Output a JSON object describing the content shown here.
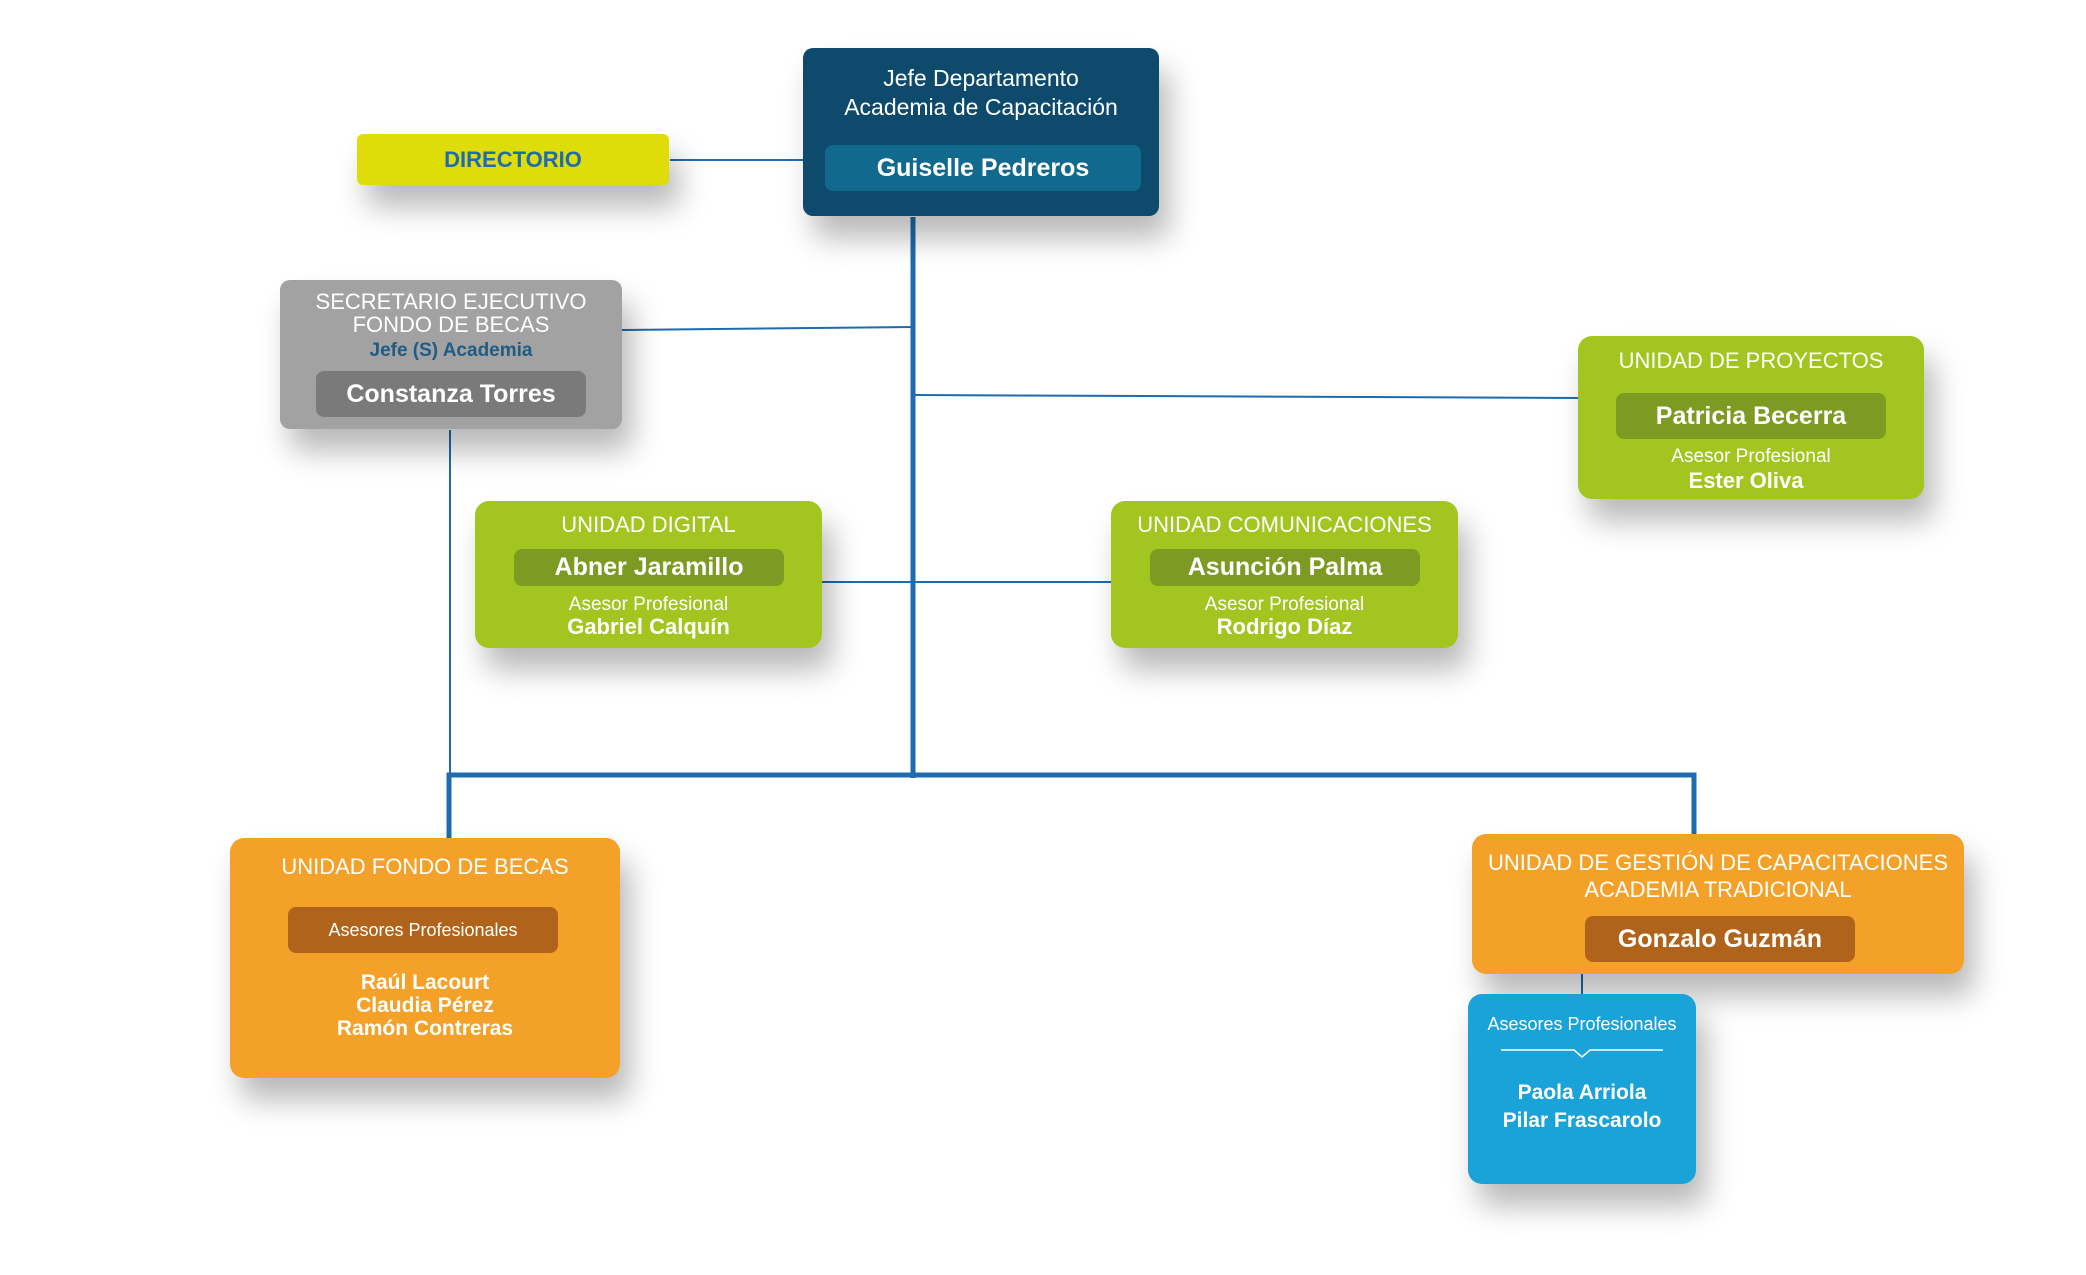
{
  "colors": {
    "connector": "#1e6bb0",
    "navy": "#0e4a6b",
    "gray": "#a2a2a2",
    "green": "#a3c51f",
    "orange": "#f3a128",
    "blue": "#1aa3d8",
    "yellow": "#dedd0a"
  },
  "directorio": {
    "label": "DIRECTORIO"
  },
  "jefe": {
    "title_line1": "Jefe Departamento",
    "title_line2": "Academia de Capacitación",
    "name": "Guiselle Pedreros"
  },
  "secretario": {
    "title_line1": "SECRETARIO EJECUTIVO",
    "title_line2": "FONDO DE BECAS",
    "subtitle": "Jefe (S) Academia",
    "name": "Constanza Torres"
  },
  "proyectos": {
    "title": "UNIDAD DE PROYECTOS",
    "name": "Patricia Becerra",
    "advisor_role": "Asesor Profesional",
    "advisor_name": "Ester Oliva"
  },
  "digital": {
    "title": "UNIDAD DIGITAL",
    "name": "Abner Jaramillo",
    "advisor_role": "Asesor Profesional",
    "advisor_name": "Gabriel Calquín"
  },
  "comunicaciones": {
    "title": "UNIDAD COMUNICACIONES",
    "name": "Asunción Palma",
    "advisor_role": "Asesor Profesional",
    "advisor_name": "Rodrigo Díaz"
  },
  "fondo_becas": {
    "title": "UNIDAD FONDO DE BECAS",
    "advisors_label": "Asesores Profesionales",
    "advisors": [
      "Raúl Lacourt",
      "Claudia Pérez",
      "Ramón Contreras"
    ]
  },
  "gestion": {
    "title_line1": "UNIDAD DE GESTIÓN DE CAPACITACIONES",
    "title_line2": "ACADEMIA TRADICIONAL",
    "name": "Gonzalo Guzmán"
  },
  "gestion_asesores": {
    "label": "Asesores Profesionales",
    "advisors": [
      "Paola Arriola",
      "Pilar Frascarolo"
    ]
  }
}
